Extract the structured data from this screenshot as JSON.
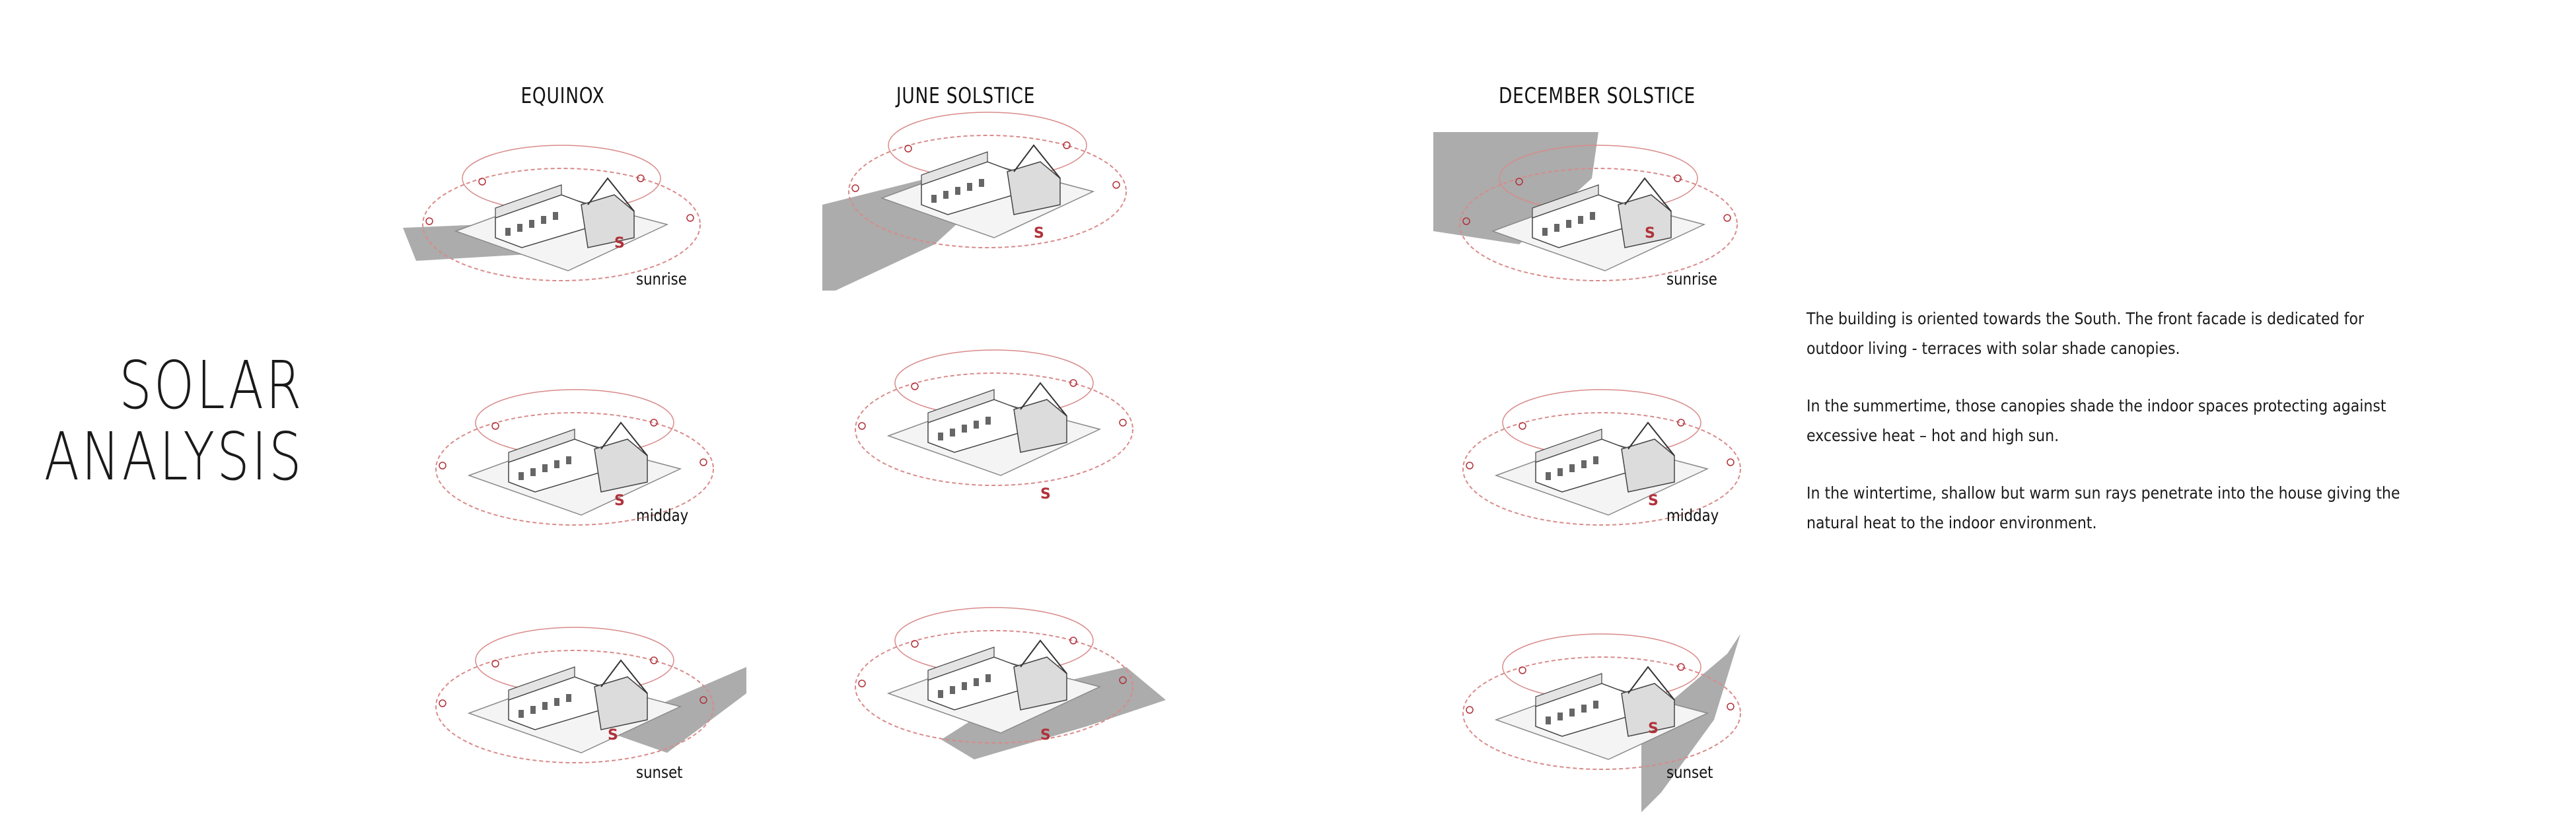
{
  "title": {
    "line1": "SOLAR",
    "line2": "ANALYSIS"
  },
  "columns": [
    "EQUINOX",
    "JUNE SOLSTICE",
    "DECEMBER SOLSTICE"
  ],
  "time_labels": {
    "equinox": [
      "sunrise",
      "midday",
      "sunset"
    ],
    "december": [
      "sunrise",
      "midday",
      "sunset"
    ]
  },
  "compass_letter": "S",
  "description": [
    "The building is oriented towards the South. The front facade is dedicated for outdoor living - terraces with solar shade canopies.",
    "In the summertime, those canopies shade the indoor spaces protecting against excessive heat – hot and high sun.",
    "In the wintertime, shallow but warm sun rays penetrate into the house giving the natural heat to the indoor environment."
  ],
  "colors": {
    "sun_path": "#d98a8a",
    "shadow": "#9d9d9d",
    "building": "#ffffff",
    "accent": "#b0323a"
  }
}
